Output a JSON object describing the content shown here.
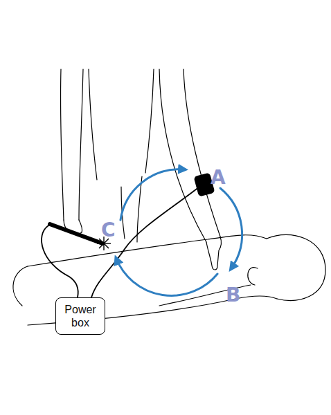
{
  "diagram": {
    "nodes": [
      {
        "text": [
          "Power box"
        ]
      }
    ],
    "labels": [
      "A",
      "B",
      "C"
    ]
  }
}
